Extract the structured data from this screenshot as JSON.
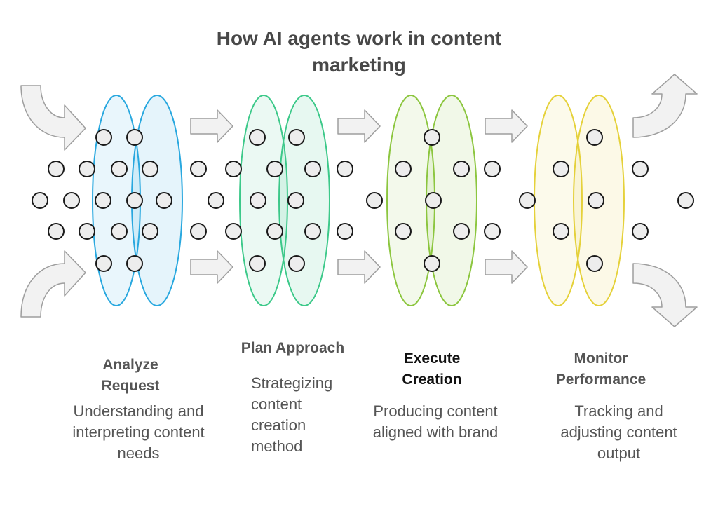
{
  "title": "How AI agents work in content marketing",
  "colors": {
    "analyze": "#29A8DF",
    "plan": "#3DC98A",
    "execute": "#8CC63F",
    "monitor": "#E5D13A",
    "arrow_fill": "#F2F2F2",
    "arrow_stroke": "#9E9E9E"
  },
  "steps": [
    {
      "title": "Analyze Request",
      "description": "Understanding and interpreting content needs"
    },
    {
      "title": "Plan Approach",
      "description": "Strategizing content creation method"
    },
    {
      "title": "Execute Creation",
      "description": "Producing content aligned with brand"
    },
    {
      "title": "Monitor Performance",
      "description": "Tracking and adjusting content output"
    }
  ]
}
